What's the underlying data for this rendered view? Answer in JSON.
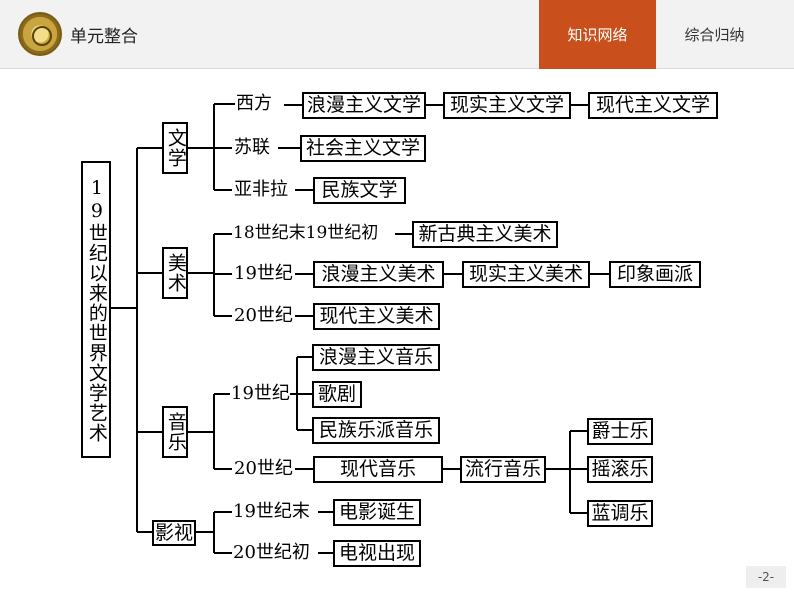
{
  "header": {
    "title": "单元整合",
    "tabs": [
      {
        "label": "知识网络",
        "active": true
      },
      {
        "label": "综合归纳",
        "active": false
      }
    ],
    "accent_color": "#c9501c"
  },
  "diagram": {
    "root": "19世纪以来的世界文学艺术",
    "literature": {
      "label": "文学",
      "rows": [
        {
          "era": "西方",
          "items": [
            "浪漫主义文学",
            "现实主义文学",
            "现代主义文学"
          ]
        },
        {
          "era": "苏联",
          "items": [
            "社会主义文学"
          ]
        },
        {
          "era": "亚非拉",
          "items": [
            "民族文学"
          ]
        }
      ]
    },
    "fine_arts": {
      "label": "美术",
      "rows": [
        {
          "era": "18世纪末19世纪初",
          "items": [
            "新古典主义美术"
          ]
        },
        {
          "era": "19世纪",
          "items": [
            "浪漫主义美术",
            "现实主义美术",
            "印象画派"
          ]
        },
        {
          "era": "20世纪",
          "items": [
            "现代主义美术"
          ]
        }
      ]
    },
    "music": {
      "label": "音乐",
      "c19": {
        "era": "19世纪",
        "items": [
          "浪漫主义音乐",
          "歌剧",
          "民族乐派音乐"
        ]
      },
      "c20": {
        "era": "20世纪",
        "modern": "现代音乐",
        "popular": "流行音乐",
        "genres": [
          "爵士乐",
          "摇滚乐",
          "蓝调乐"
        ]
      }
    },
    "film_tv": {
      "label": "影视",
      "rows": [
        {
          "era": "19世纪末",
          "items": [
            "电影诞生"
          ]
        },
        {
          "era": "20世纪初",
          "items": [
            "电视出现"
          ]
        }
      ]
    }
  },
  "page_number": "-2-"
}
